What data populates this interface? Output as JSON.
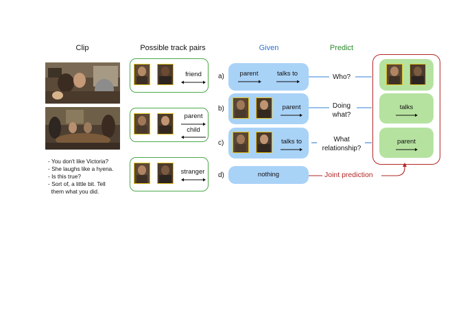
{
  "headers": {
    "clip": "Clip",
    "pairs": "Possible track pairs",
    "given": "Given",
    "predict": "Predict"
  },
  "colors": {
    "given_header": "#2e6fd6",
    "predict_header": "#2e8a2e",
    "given_box": "#a9d2f7",
    "predict_box": "#b6e2a0",
    "pair_border": "#4aa84a",
    "thumb_border": "#e2c21e",
    "blue_line": "#2f7fd6",
    "red": "#b22424"
  },
  "dialogue": [
    "- You don't like Victoria?",
    "- She laughs like a hyena.",
    "- Is this true?",
    "- Sort of, a little bit. Tell",
    "  them what you did."
  ],
  "pairs": [
    {
      "labels": [
        "friend"
      ]
    },
    {
      "labels": [
        "parent",
        "child"
      ]
    },
    {
      "labels": [
        "stranger"
      ]
    }
  ],
  "rows": [
    {
      "letter": "a)",
      "given": [
        "parent",
        "talks to"
      ],
      "question": [
        "Who?"
      ],
      "prediction": ""
    },
    {
      "letter": "b)",
      "given": [
        "parent"
      ],
      "question": [
        "Doing",
        "what?"
      ],
      "prediction": "talks"
    },
    {
      "letter": "c)",
      "given": [
        "talks to"
      ],
      "question": [
        "What",
        "relationship?"
      ],
      "prediction": "parent"
    },
    {
      "letter": "d)",
      "given": [
        "nothing"
      ],
      "question": [],
      "prediction": ""
    }
  ],
  "joint_label": "Joint prediction"
}
